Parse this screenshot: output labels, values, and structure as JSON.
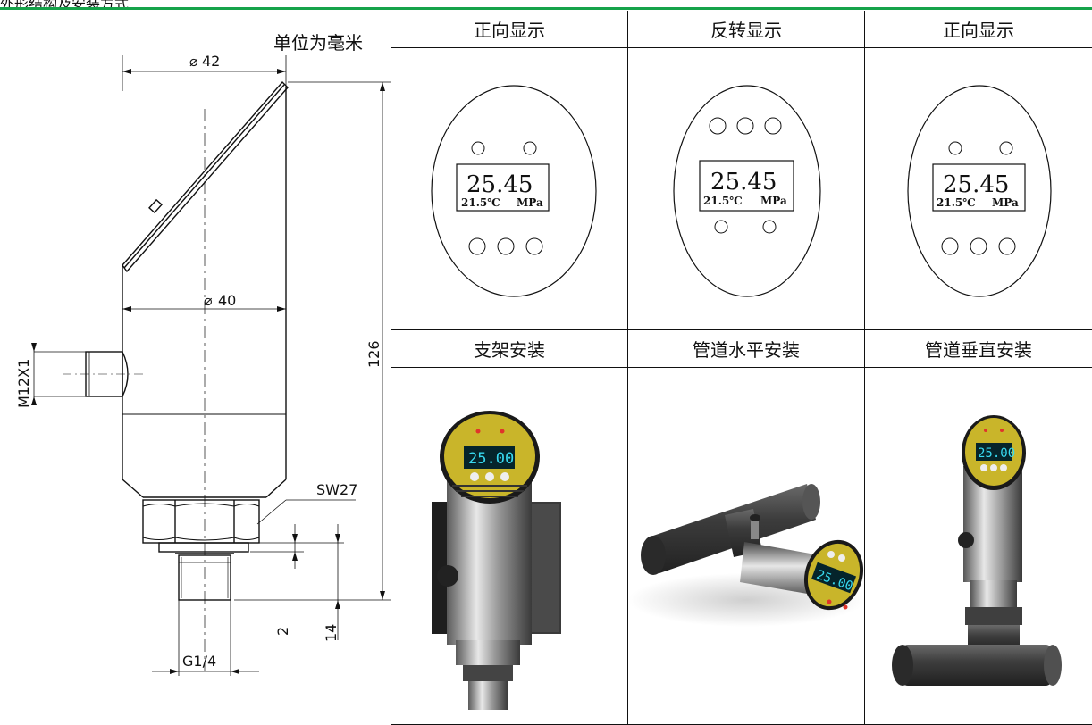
{
  "page": {
    "header_fragment": "外形结构及安装方式"
  },
  "drawing": {
    "unit_label": "单位为毫米",
    "dimensions": {
      "dia_top": "42",
      "dia_body": "40",
      "thread_side": "M12X1",
      "height_total": "126",
      "wrench": "SW27",
      "dim_a": "2",
      "dim_b": "14",
      "thread_bottom": "G1/4"
    }
  },
  "display_options": [
    {
      "header": "正向显示",
      "value": "25.45",
      "temp": "21.5℃",
      "unit": "MPa"
    },
    {
      "header": "反转显示",
      "value": "25.45",
      "temp": "21.5℃",
      "unit": "MPa"
    },
    {
      "header": "正向显示",
      "value": "25.45",
      "temp": "21.5℃",
      "unit": "MPa"
    }
  ],
  "install_options": [
    {
      "header": "支架安装",
      "screen": "25.00"
    },
    {
      "header": "管道水平安装",
      "screen": "25.00"
    },
    {
      "header": "管道垂直安装",
      "screen": "25.00"
    }
  ],
  "colors": {
    "accent_green": "#16a34a",
    "panel_yellow": "#c9b52a",
    "screen_cyan": "#38d9f0",
    "led_red": "#e0342a"
  }
}
